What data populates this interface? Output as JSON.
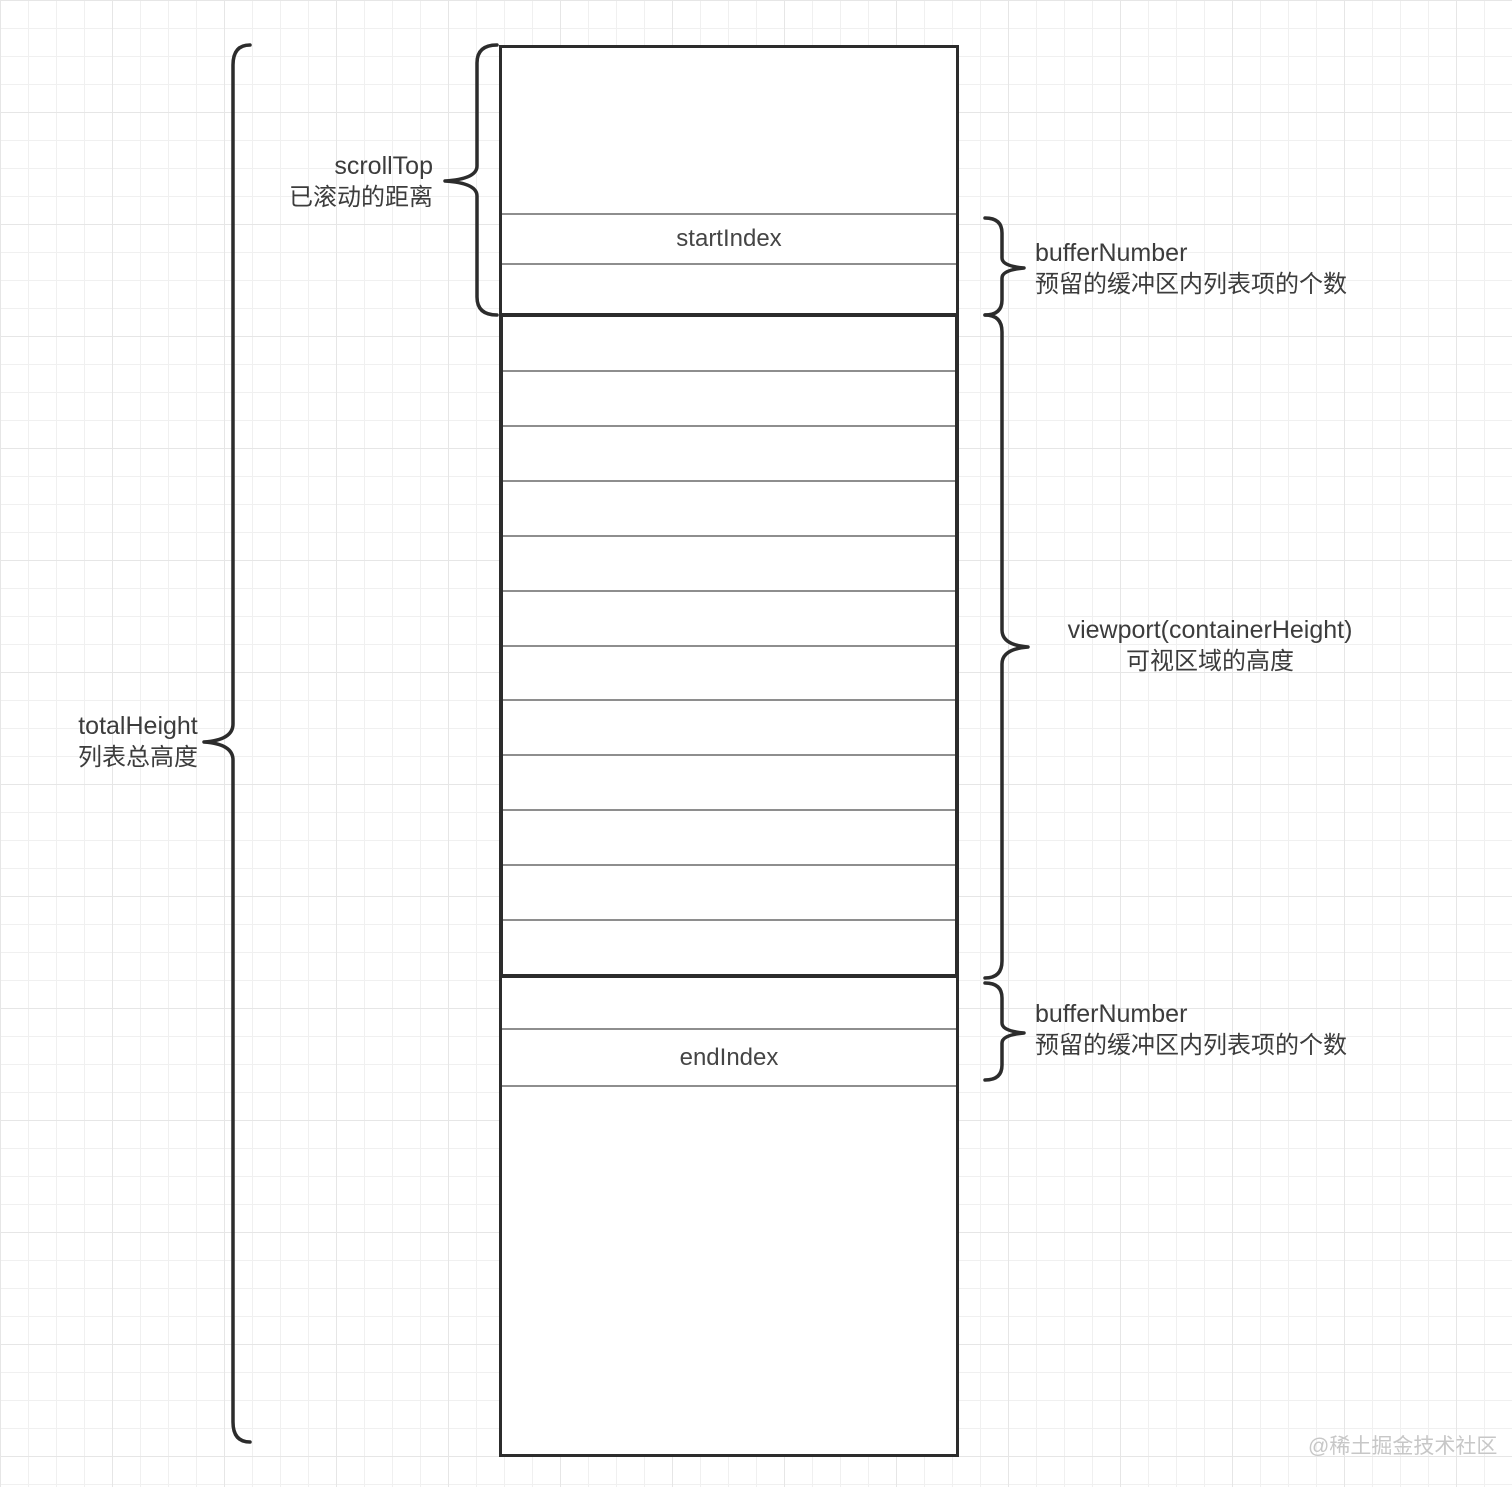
{
  "labels": {
    "scroll_top": {
      "title": "scrollTop",
      "subtitle": "已滚动的距离"
    },
    "total_height": {
      "title": "totalHeight",
      "subtitle": "列表总高度"
    },
    "buffer_top": {
      "title": "bufferNumber",
      "subtitle": "预留的缓冲区内列表项的个数"
    },
    "viewport": {
      "title": "viewport(containerHeight)",
      "subtitle": "可视区域的高度"
    },
    "buffer_bottom": {
      "title": "bufferNumber",
      "subtitle": "预留的缓冲区内列表项的个数"
    }
  },
  "list": {
    "start_index_label": "startIndex",
    "end_index_label": "endIndex",
    "viewport_row_count": 12
  },
  "watermark": "@稀土掘金技术社区",
  "colors": {
    "stroke": "#2c2c2c",
    "divider": "#8e8e8e",
    "text": "#404040",
    "watermark": "#c7c7c7",
    "grid_minor": "#f0f0f0",
    "grid_major": "#e6e6e6"
  }
}
